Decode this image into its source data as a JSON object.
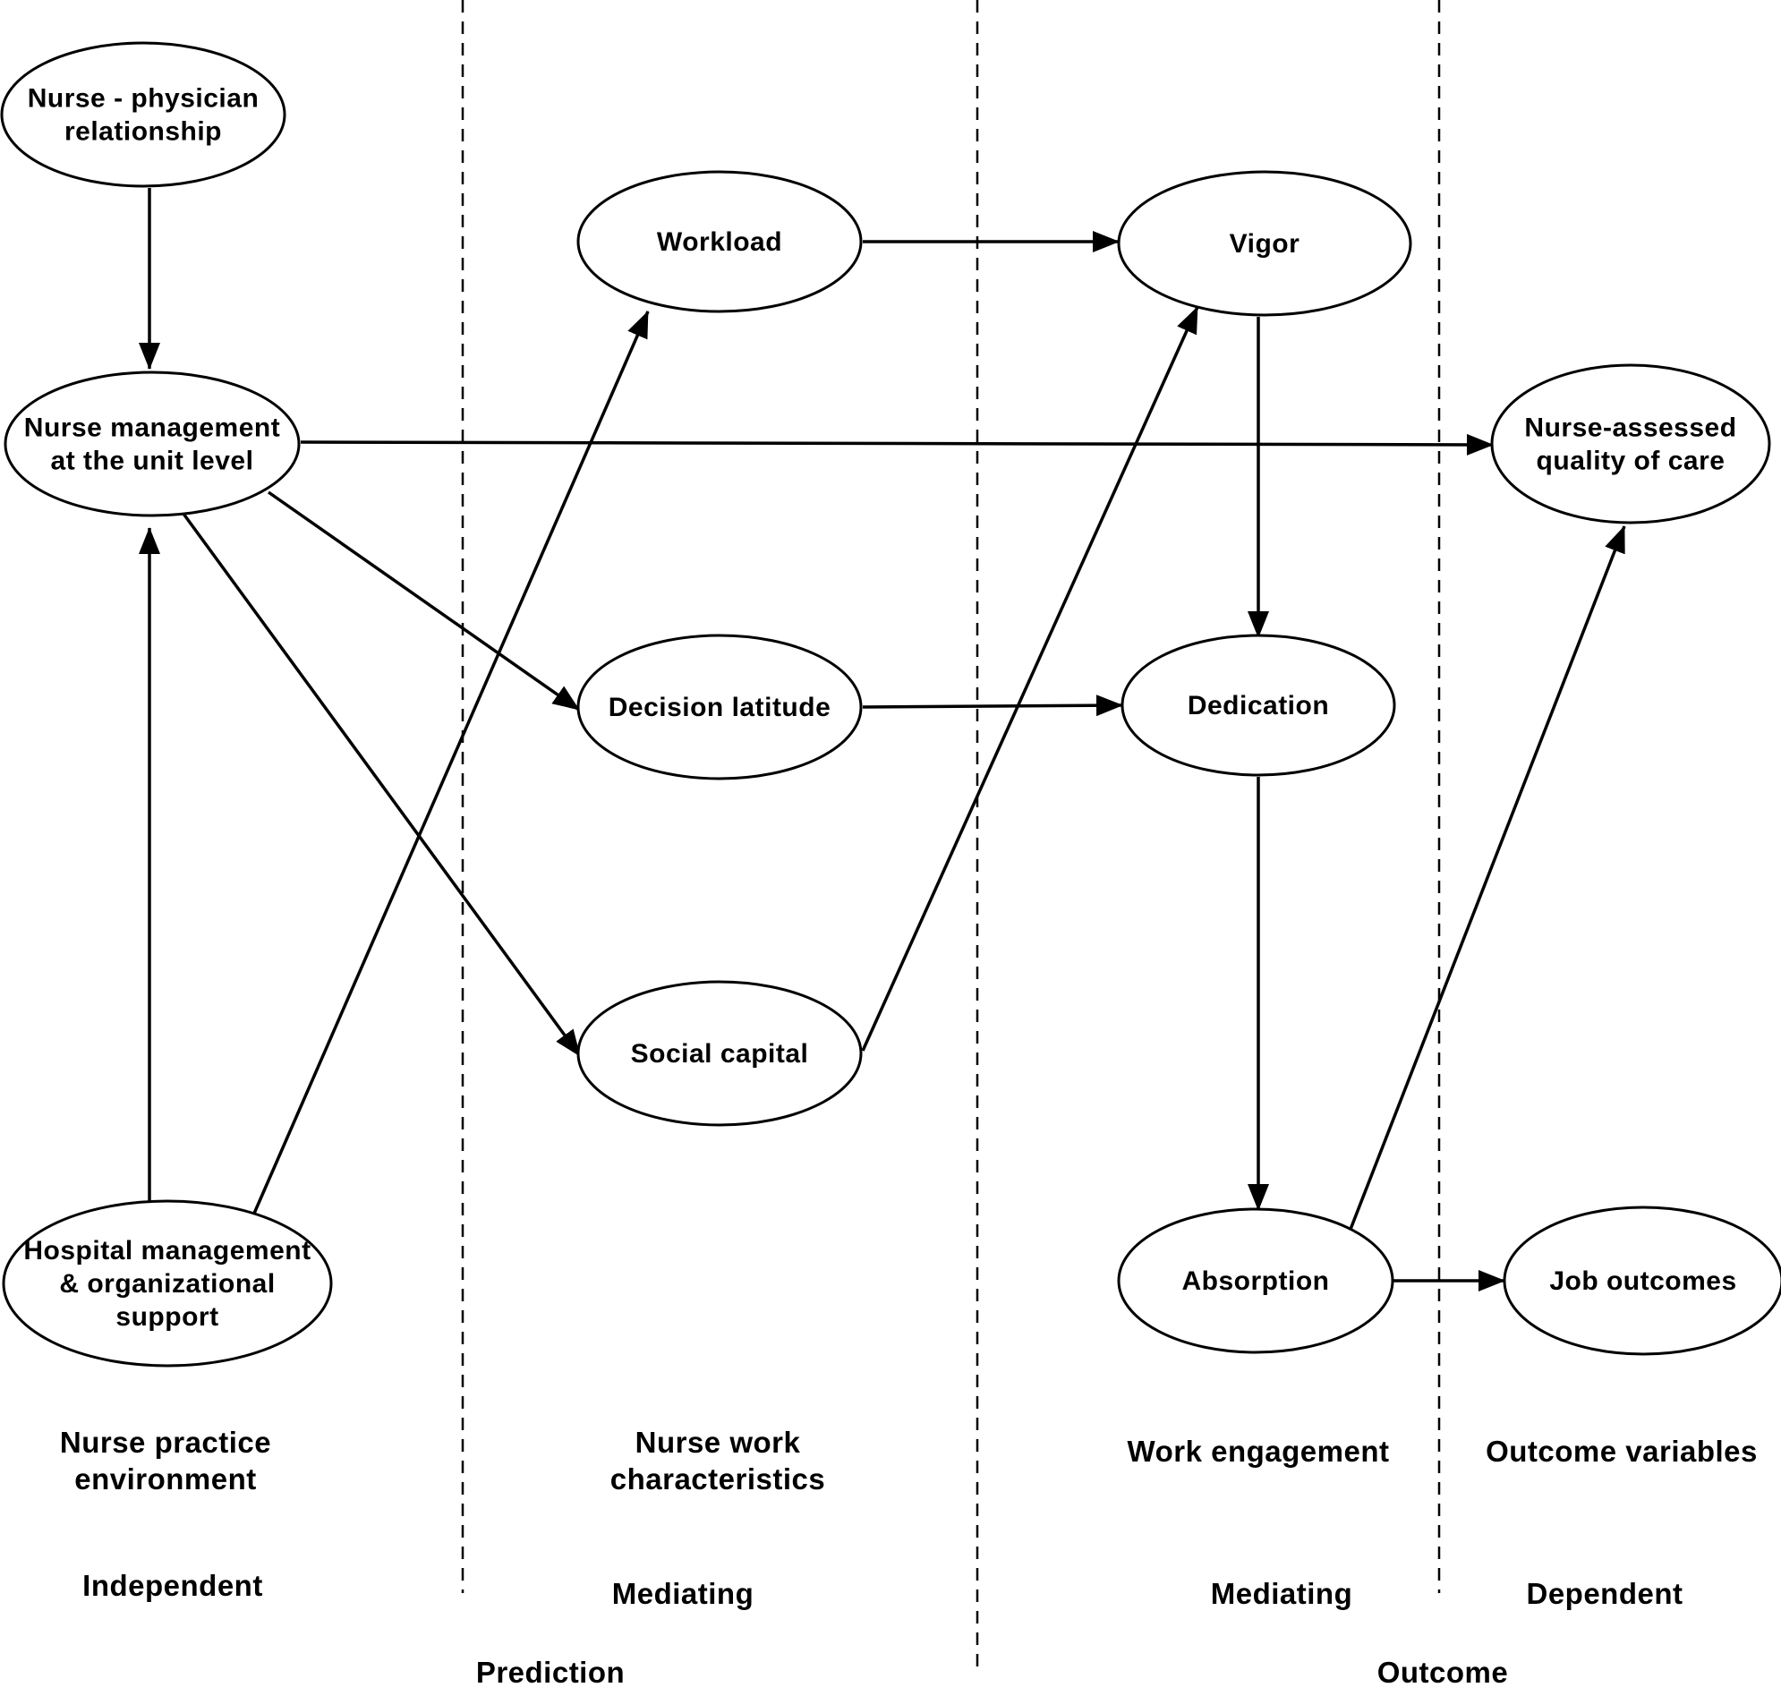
{
  "nodes": [
    {
      "id": "nurse_physician",
      "name": "node-nurse-physician-relationship",
      "lines": [
        "Nurse - physician",
        "relationship"
      ]
    },
    {
      "id": "nurse_management",
      "name": "node-nurse-management-unit-level",
      "lines": [
        "Nurse management",
        "at the unit level"
      ]
    },
    {
      "id": "hospital_management",
      "name": "node-hospital-management-support",
      "lines": [
        "Hospital management",
        "& organizational",
        "support"
      ]
    },
    {
      "id": "workload",
      "name": "node-workload",
      "lines": [
        "Workload"
      ]
    },
    {
      "id": "decision_latitude",
      "name": "node-decision-latitude",
      "lines": [
        "Decision latitude"
      ]
    },
    {
      "id": "social_capital",
      "name": "node-social-capital",
      "lines": [
        "Social capital"
      ]
    },
    {
      "id": "vigor",
      "name": "node-vigor",
      "lines": [
        "Vigor"
      ]
    },
    {
      "id": "dedication",
      "name": "node-dedication",
      "lines": [
        "Dedication"
      ]
    },
    {
      "id": "absorption",
      "name": "node-absorption",
      "lines": [
        "Absorption"
      ]
    },
    {
      "id": "quality_of_care",
      "name": "node-nurse-assessed-quality-of-care",
      "lines": [
        "Nurse-assessed",
        "quality of care"
      ]
    },
    {
      "id": "job_outcomes",
      "name": "node-job-outcomes",
      "lines": [
        "Job outcomes"
      ]
    }
  ],
  "edges": [
    {
      "from": "nurse_physician",
      "to": "nurse_management"
    },
    {
      "from": "hospital_management",
      "to": "nurse_management"
    },
    {
      "from": "hospital_management",
      "to": "workload"
    },
    {
      "from": "nurse_management",
      "to": "quality_of_care"
    },
    {
      "from": "nurse_management",
      "to": "decision_latitude"
    },
    {
      "from": "nurse_management",
      "to": "social_capital"
    },
    {
      "from": "workload",
      "to": "vigor"
    },
    {
      "from": "decision_latitude",
      "to": "dedication"
    },
    {
      "from": "social_capital",
      "to": "vigor"
    },
    {
      "from": "vigor",
      "to": "dedication"
    },
    {
      "from": "dedication",
      "to": "absorption"
    },
    {
      "from": "absorption",
      "to": "job_outcomes"
    },
    {
      "from": "absorption",
      "to": "quality_of_care"
    }
  ],
  "columns": {
    "environment": {
      "lines": [
        "Nurse practice",
        "environment"
      ],
      "role": "Independent"
    },
    "work_characteristics": {
      "lines": [
        "Nurse work",
        "characteristics"
      ],
      "role": "Mediating"
    },
    "work_engagement": {
      "lines": [
        "Work engagement"
      ],
      "role": "Mediating"
    },
    "outcome_variables": {
      "lines": [
        "Outcome variables"
      ],
      "role": "Dependent"
    }
  },
  "phases": {
    "prediction": "Prediction",
    "outcome": "Outcome"
  }
}
